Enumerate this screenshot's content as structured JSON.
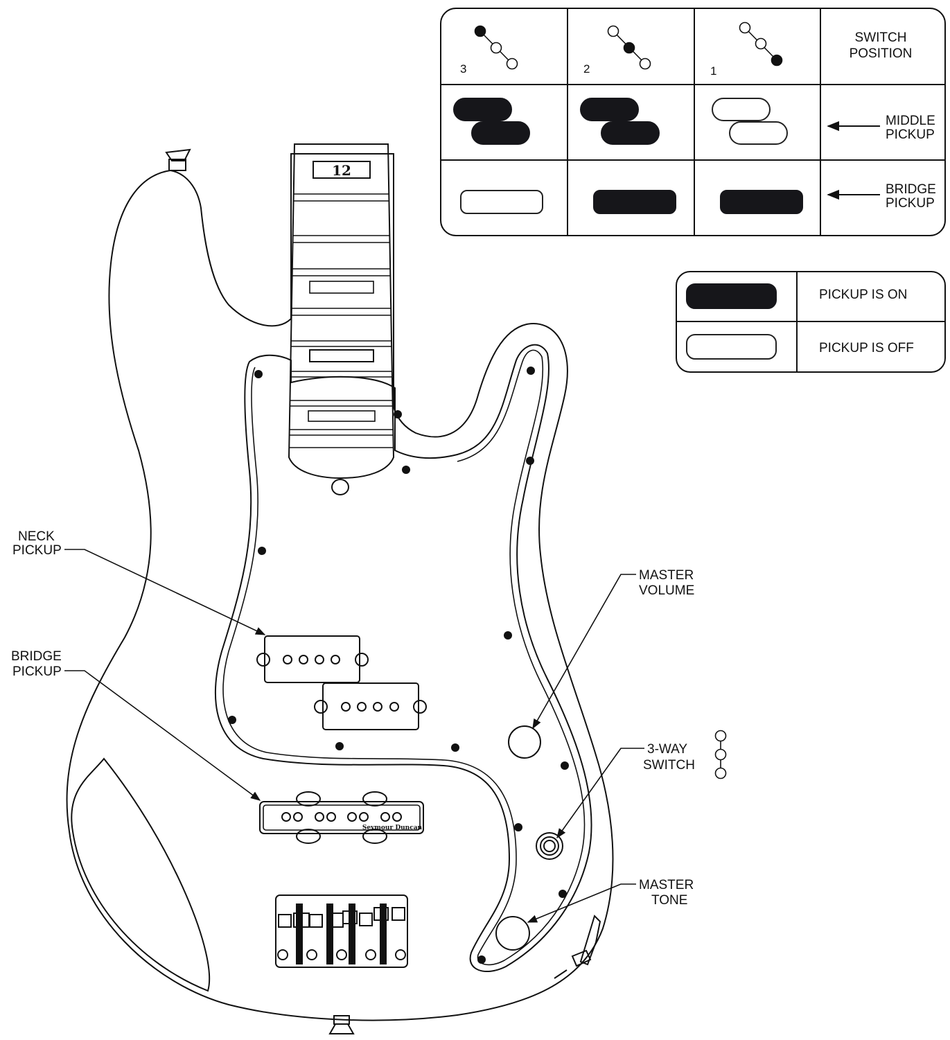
{
  "legend_table": {
    "positions": [
      {
        "number": "3",
        "middle_on": true,
        "bridge_on": false
      },
      {
        "number": "2",
        "middle_on": true,
        "bridge_on": true
      },
      {
        "number": "1",
        "middle_on": false,
        "bridge_on": true
      }
    ],
    "switch_position_label": [
      "SWITCH",
      "POSITION"
    ],
    "middle_pickup_label": [
      "MIDDLE",
      "PICKUP"
    ],
    "bridge_pickup_label": [
      "BRIDGE",
      "PICKUP"
    ]
  },
  "key": {
    "on_label": "PICKUP IS ON",
    "off_label": "PICKUP IS OFF"
  },
  "callouts": {
    "neck_pickup": [
      "NECK",
      "PICKUP"
    ],
    "bridge_pickup": [
      "BRIDGE",
      "PICKUP"
    ],
    "master_volume": [
      "MASTER",
      "VOLUME"
    ],
    "three_way_switch": [
      "3-WAY",
      "SWITCH"
    ],
    "master_tone": [
      "MASTER",
      "TONE"
    ]
  },
  "fret_marker": "12",
  "pickup_brand": "Seymour Duncan",
  "colors": {
    "on_fill": "#16161a",
    "line": "#111111",
    "background": "#ffffff"
  }
}
